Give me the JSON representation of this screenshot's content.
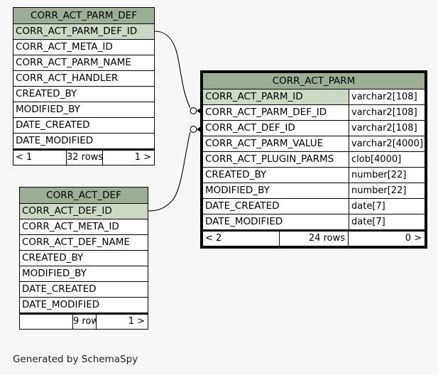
{
  "diagram": {
    "background_color": "#f7f7f7",
    "header_color": "#9cae94",
    "pk_row_color": "#cbd8c2",
    "border_color": "#000000",
    "footer_note": "Generated by SchemaSpy"
  },
  "tables": [
    {
      "id": "tbl-parm-def",
      "name": "CORR_ACT_PARM_DEF",
      "selected": false,
      "show_types": false,
      "columns": [
        {
          "name": "CORR_ACT_PARM_DEF_ID",
          "type": "",
          "primary_key": true
        },
        {
          "name": "CORR_ACT_META_ID",
          "type": "",
          "primary_key": false
        },
        {
          "name": "CORR_ACT_PARM_NAME",
          "type": "",
          "primary_key": false
        },
        {
          "name": "CORR_ACT_HANDLER",
          "type": "",
          "primary_key": false
        },
        {
          "name": "CREATED_BY",
          "type": "",
          "primary_key": false
        },
        {
          "name": "MODIFIED_BY",
          "type": "",
          "primary_key": false
        },
        {
          "name": "DATE_CREATED",
          "type": "",
          "primary_key": false
        },
        {
          "name": "DATE_MODIFIED",
          "type": "",
          "primary_key": false
        }
      ],
      "footer": {
        "prev": "< 1",
        "rows": "32 rows",
        "next": "1 >"
      }
    },
    {
      "id": "tbl-act-def",
      "name": "CORR_ACT_DEF",
      "selected": false,
      "show_types": false,
      "columns": [
        {
          "name": "CORR_ACT_DEF_ID",
          "type": "",
          "primary_key": true
        },
        {
          "name": "CORR_ACT_META_ID",
          "type": "",
          "primary_key": false
        },
        {
          "name": "CORR_ACT_DEF_NAME",
          "type": "",
          "primary_key": false
        },
        {
          "name": "CREATED_BY",
          "type": "",
          "primary_key": false
        },
        {
          "name": "MODIFIED_BY",
          "type": "",
          "primary_key": false
        },
        {
          "name": "DATE_CREATED",
          "type": "",
          "primary_key": false
        },
        {
          "name": "DATE_MODIFIED",
          "type": "",
          "primary_key": false
        }
      ],
      "footer": {
        "prev": "",
        "rows": "9 rows",
        "next": "1 >"
      }
    },
    {
      "id": "tbl-parm",
      "name": "CORR_ACT_PARM",
      "selected": true,
      "show_types": true,
      "columns": [
        {
          "name": "CORR_ACT_PARM_ID",
          "type": "varchar2[108]",
          "primary_key": true
        },
        {
          "name": "CORR_ACT_PARM_DEF_ID",
          "type": "varchar2[108]",
          "primary_key": false
        },
        {
          "name": "CORR_ACT_DEF_ID",
          "type": "varchar2[108]",
          "primary_key": false
        },
        {
          "name": "CORR_ACT_PARM_VALUE",
          "type": "varchar2[4000]",
          "primary_key": false
        },
        {
          "name": "CORR_ACT_PLUGIN_PARMS",
          "type": "clob[4000]",
          "primary_key": false
        },
        {
          "name": "CREATED_BY",
          "type": "number[22]",
          "primary_key": false
        },
        {
          "name": "MODIFIED_BY",
          "type": "number[22]",
          "primary_key": false
        },
        {
          "name": "DATE_CREATED",
          "type": "date[7]",
          "primary_key": false
        },
        {
          "name": "DATE_MODIFIED",
          "type": "date[7]",
          "primary_key": false
        }
      ],
      "footer": {
        "prev": "< 2",
        "rows": "24 rows",
        "next": "0 >"
      }
    }
  ],
  "relationships": [
    {
      "id": "edge-parm-def-to-parm",
      "from_table": "CORR_ACT_PARM_DEF",
      "from_column": "CORR_ACT_PARM_DEF_ID",
      "to_table": "CORR_ACT_PARM",
      "to_column": "CORR_ACT_PARM_DEF_ID"
    },
    {
      "id": "edge-act-def-to-parm",
      "from_table": "CORR_ACT_DEF",
      "from_column": "CORR_ACT_DEF_ID",
      "to_table": "CORR_ACT_PARM",
      "to_column": "CORR_ACT_DEF_ID"
    }
  ]
}
